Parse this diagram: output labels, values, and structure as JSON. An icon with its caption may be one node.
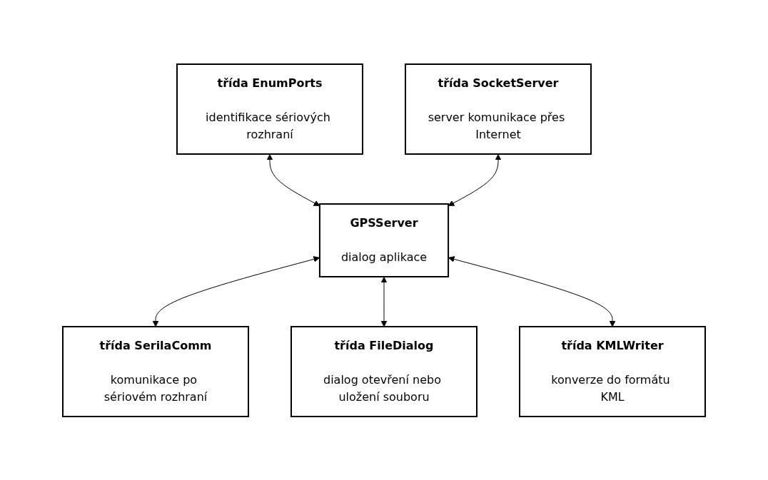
{
  "diagram": {
    "nodes": [
      {
        "text": [
          "třída EnumPorts",
          "identifikace sériových rozhraní"
        ]
      },
      {
        "text": [
          "třída SocketServer",
          "server komunikace přes Internet"
        ]
      },
      {
        "text": [
          "GPSServer",
          "dialog aplikace"
        ]
      },
      {
        "text": [
          "třída SerilaComm",
          "komunikace po sériovém rozhraní"
        ]
      },
      {
        "text": [
          "třída FileDialog",
          "dialog otevření nebo uložení souboru"
        ]
      },
      {
        "text": [
          "třída KMLWriter",
          "konverze do formátu KML"
        ]
      }
    ],
    "edges": [
      {
        "from": 0,
        "to": 2,
        "arrow": "both"
      },
      {
        "from": 1,
        "to": 2,
        "arrow": "both"
      },
      {
        "from": 2,
        "to": 3,
        "arrow": "both"
      },
      {
        "from": 2,
        "to": 4,
        "arrow": "both"
      },
      {
        "from": 2,
        "to": 5,
        "arrow": "both"
      }
    ]
  }
}
